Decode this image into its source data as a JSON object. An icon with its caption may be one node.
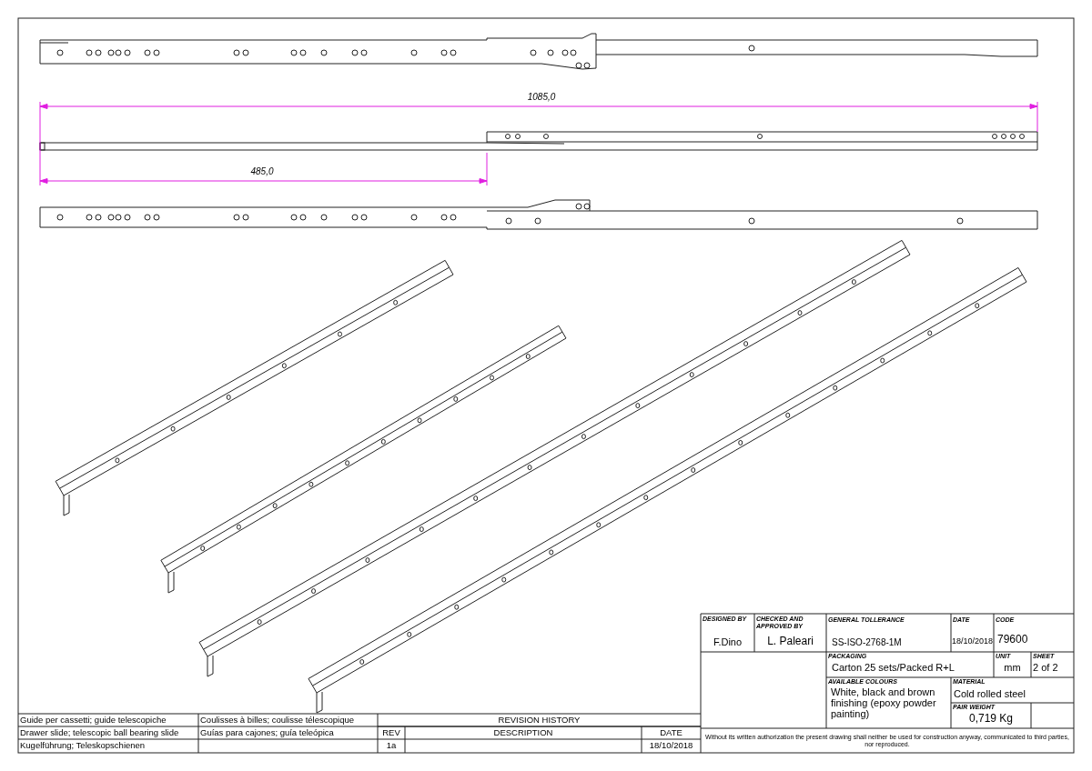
{
  "diagram": {
    "labels": [
      "1085,0",
      "485,0",
      "DESIGNED BY",
      "CHECKED AND APPROVED BY",
      "GENERAL TOLLERANCE",
      "DATE",
      "CODE",
      "F.Dino",
      "L. Paleari",
      "SS-ISO-2768-1M",
      "18/10/2018",
      "79600",
      "PACKAGING",
      "UNIT",
      "SHEET",
      "Carton 25 sets/Packed R+L",
      "mm",
      "2 of 2",
      "AVAILABLE COLOURS",
      "MATERIAL",
      "White, black and brown finishing (epoxy powder painting)",
      "Cold rolled steel",
      "PAIR WEIGHT",
      "0,719 Kg",
      "Without its written authorization the present drawing shall neither be used for construction anyway, communicated to third parties, nor reproduced.",
      "Guide per cassetti; guide telescopiche",
      "Coulisses à billes; coulisse télescopique",
      "REVISION HISTORY",
      "Drawer slide; telescopic ball bearing slide",
      "Guías para cajones; guía teleópica",
      "REV",
      "DESCRIPTION",
      "DATE",
      "Kugelführung; Teleskopschienen",
      "1a",
      "18/10/2018"
    ]
  }
}
